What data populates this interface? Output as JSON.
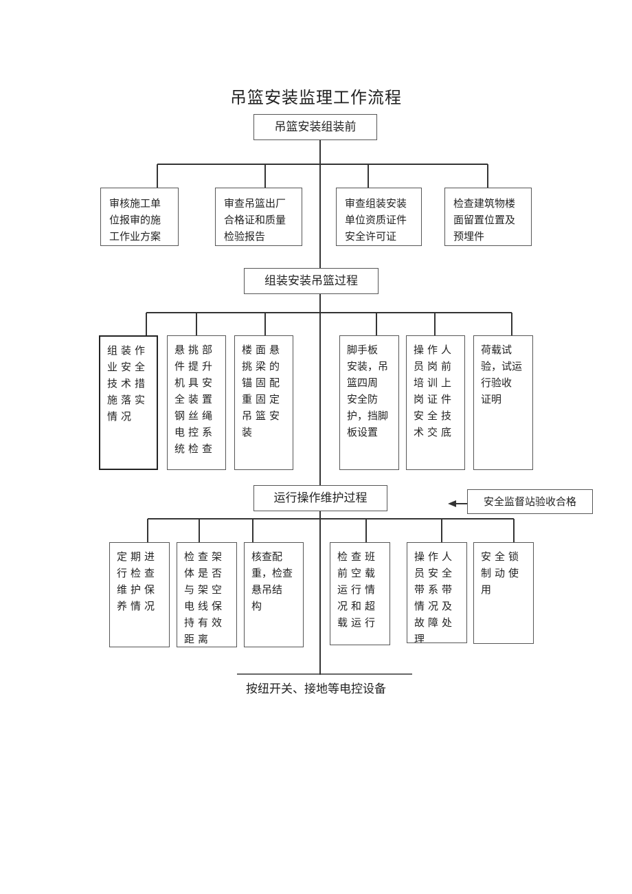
{
  "title": "吊篮安装监理工作流程",
  "stages": {
    "s1": "吊篮安装组装前",
    "s2": "组装安装吊篮过程",
    "s3": "运行操作维护过程"
  },
  "row1": [
    "审核施工单\n位报审的施\n工作业方案",
    "审查吊篮出厂\n合格证和质量\n检验报告",
    "审查组装安装\n单位资质证件\n安全许可证",
    "检查建筑物楼\n面留置位置及\n预埋件"
  ],
  "row2": [
    "组装作\n业安全\n技术措\n施落实\n情况",
    "悬挑部\n件提升\n机具安\n全装置\n钢丝绳\n电控系\n统检查",
    "楼面悬\n挑梁的\n锚固配\n重固定\n吊篮安\n装",
    "脚手板\n安装，吊\n篮四周\n安全防\n护，挡脚\n板设置",
    "操作人\n员岗前\n培训上\n岗证件\n安全技\n术交底",
    "荷载试\n验，试运\n行验收\n证明"
  ],
  "row3": [
    "定期进\n行检查\n维护保\n养情况",
    "检查架\n体是否\n与架空\n电线保\n持有效\n距离",
    "核查配\n重，检查\n悬吊结\n构",
    "检查班\n前空载\n运行情\n况和超\n载运行",
    "操作人\n员安全\n带系带\n情况及\n故障处\n理",
    "安全锁\n制动使\n用"
  ],
  "side_note": "安全监督站验收合格",
  "bottom_text": "按纽开关、接地等电控设备"
}
